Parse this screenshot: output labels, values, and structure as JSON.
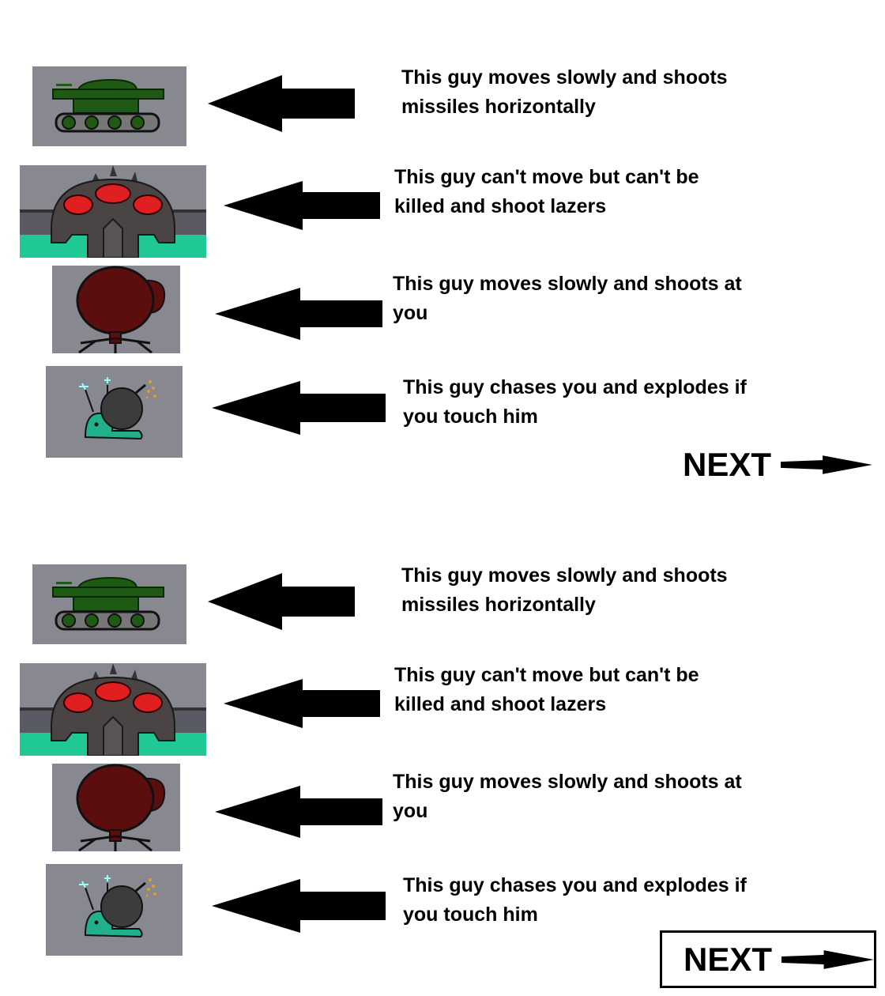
{
  "screens": [
    {
      "enemies": [
        {
          "sprite": "tank-sprite",
          "line1": "This guy moves slowly and shoots",
          "line2": "missiles horizontally"
        },
        {
          "sprite": "turret-dome-sprite",
          "line1": "This guy can't move but can't be",
          "line2": "killed and shoot lazers"
        },
        {
          "sprite": "red-walker-sprite",
          "line1": "This guy moves slowly and shoots at",
          "line2": "you"
        },
        {
          "sprite": "bomb-snail-sprite",
          "line1": "This guy chases you and explodes if",
          "line2": "you touch him"
        }
      ],
      "next_label": "NEXT",
      "next_state": "normal"
    },
    {
      "enemies": [
        {
          "sprite": "tank-sprite",
          "line1": "This guy moves slowly and shoots",
          "line2": "missiles horizontally"
        },
        {
          "sprite": "turret-dome-sprite",
          "line1": "This guy can't move but can't be",
          "line2": "killed and shoot lazers"
        },
        {
          "sprite": "red-walker-sprite",
          "line1": "This guy moves slowly and shoots at",
          "line2": "you"
        },
        {
          "sprite": "bomb-snail-sprite",
          "line1": "This guy chases you and explodes if",
          "line2": "you touch him"
        }
      ],
      "next_label": "NEXT",
      "next_state": "hovered"
    }
  ],
  "colors": {
    "sprite_bg": "#888891",
    "tank_green": "#1f5a14",
    "dome_red": "#e02020",
    "dome_body": "#4a4444",
    "water": "#20c896",
    "walker_red": "#5c0e0e",
    "snail_teal": "#20b08c",
    "bomb": "#3c3c3c"
  }
}
